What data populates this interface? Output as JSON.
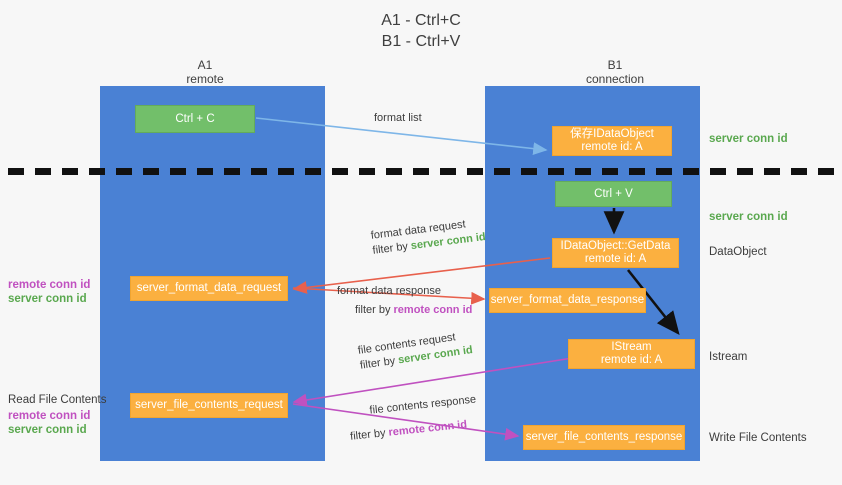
{
  "title": {
    "line1": "A1 - Ctrl+C",
    "line2": "B1 - Ctrl+V"
  },
  "columns": {
    "a1": {
      "name": "A1",
      "role": "remote"
    },
    "b1": {
      "name": "B1",
      "role": "connection"
    }
  },
  "boxes": {
    "ctrl_c": {
      "line1": "Ctrl + C",
      "color": "#72bf6a"
    },
    "save_idataobject": {
      "line1": "保存IDataObject",
      "line2": "remote id: A",
      "color": "#fbb040"
    },
    "ctrl_v": {
      "line1": "Ctrl + V",
      "color": "#72bf6a"
    },
    "getdata": {
      "line1": "IDataObject::GetData",
      "line2": "remote id: A",
      "color": "#fbb040"
    },
    "istream": {
      "line1": "IStream",
      "line2": "remote id: A",
      "color": "#fbb040"
    },
    "server_format_data_request": {
      "line1": "server_format_data_request",
      "color": "#fbb040"
    },
    "server_format_data_response": {
      "line1": "server_format_data_response",
      "color": "#fbb040"
    },
    "server_file_contents_request": {
      "line1": "server_file_contents_request",
      "color": "#fbb040"
    },
    "server_file_contents_response": {
      "line1": "server_file_contents_response",
      "color": "#fbb040"
    }
  },
  "right_labels": {
    "server_conn_id_1": "server conn id",
    "server_conn_id_2": "server conn id",
    "dataobject": "DataObject",
    "istream": "Istream",
    "write_file_contents": "Write File Contents"
  },
  "left_labels": {
    "remote_conn_id_1": "remote conn id",
    "server_conn_id_1": "server conn id",
    "read_file_contents": "Read File Contents",
    "remote_conn_id_2": "remote conn id",
    "server_conn_id_2": "server conn id"
  },
  "annotations": {
    "format_list": "format list",
    "format_data_request": {
      "text": "format data request",
      "filter_prefix": "filter by ",
      "filter_key": "server conn id"
    },
    "format_data_response": {
      "text": "format data response",
      "filter_prefix": "filter by ",
      "filter_key": "remote conn id"
    },
    "file_contents_request": {
      "text": "file contents request",
      "filter_prefix": "filter by ",
      "filter_key": "server conn id"
    },
    "file_contents_response": {
      "text": "file contents response",
      "filter_prefix": "filter by ",
      "filter_key": "remote conn id"
    }
  },
  "colors": {
    "lane": "#4a81d4",
    "green": "#72bf6a",
    "orange": "#fbb040",
    "server_conn_id": "#5aa84f",
    "remote_conn_id": "#c051c0",
    "arrow_light_blue": "#7eb6e8",
    "arrow_red": "#e8604c",
    "arrow_magenta": "#c051c0",
    "arrow_black": "#000000",
    "background": "#f7f7f7"
  }
}
